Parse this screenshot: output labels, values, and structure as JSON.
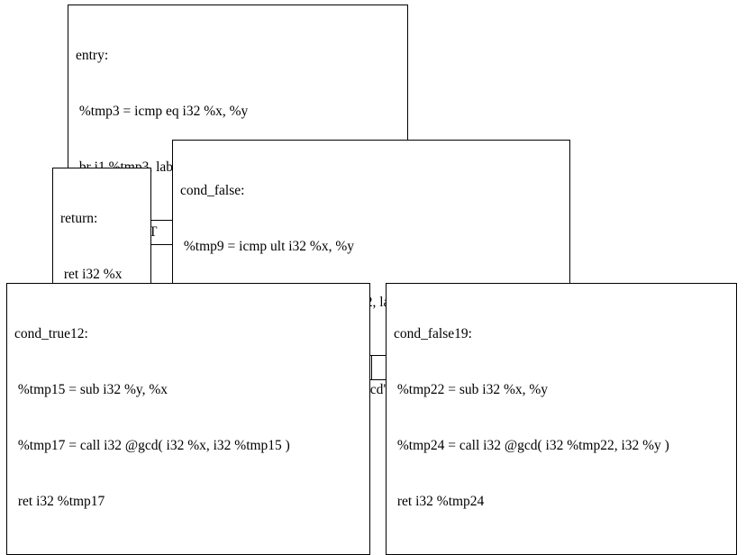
{
  "graph": {
    "caption": "CFG for 'gcd' function",
    "title": "CFG for 'gcd' function",
    "type": "control-flow-graph",
    "function_name": "gcd",
    "colors": {
      "background": "#ffffff",
      "node_border": "#000000",
      "node_fill": "#ffffff",
      "edge": "#000000",
      "text": "#000000"
    }
  },
  "nodes": [
    {
      "id": "entry",
      "label": "entry:",
      "lines": [
        "entry:",
        " %tmp3 = icmp eq i32 %x, %y",
        " br i1 %tmp3, label %return, label %cond_false"
      ],
      "ports": [
        {
          "id": "T",
          "label": "T"
        },
        {
          "id": "F",
          "label": "F"
        }
      ]
    },
    {
      "id": "return",
      "label": "return:",
      "lines": [
        "return:",
        " ret i32 %x"
      ],
      "ports": []
    },
    {
      "id": "cond_false",
      "label": "cond_false:",
      "lines": [
        "cond_false:",
        " %tmp9 = icmp ult i32 %x, %y",
        " br i1 %tmp9, label %cond_true12, label %cond_false19"
      ],
      "ports": [
        {
          "id": "T",
          "label": "T"
        },
        {
          "id": "F",
          "label": "F"
        }
      ]
    },
    {
      "id": "cond_true12",
      "label": "cond_true12:",
      "lines": [
        "cond_true12:",
        " %tmp15 = sub i32 %y, %x",
        " %tmp17 = call i32 @gcd( i32 %x, i32 %tmp15 )",
        " ret i32 %tmp17"
      ],
      "ports": []
    },
    {
      "id": "cond_false19",
      "label": "cond_false19:",
      "lines": [
        "cond_false19:",
        " %tmp22 = sub i32 %x, %y",
        " %tmp24 = call i32 @gcd( i32 %tmp22, i32 %y )",
        " ret i32 %tmp24"
      ],
      "ports": []
    }
  ],
  "edges": [
    {
      "from": "entry",
      "from_port": "T",
      "to": "return"
    },
    {
      "from": "entry",
      "from_port": "F",
      "to": "cond_false"
    },
    {
      "from": "cond_false",
      "from_port": "T",
      "to": "cond_true12"
    },
    {
      "from": "cond_false",
      "from_port": "F",
      "to": "cond_false19"
    }
  ]
}
